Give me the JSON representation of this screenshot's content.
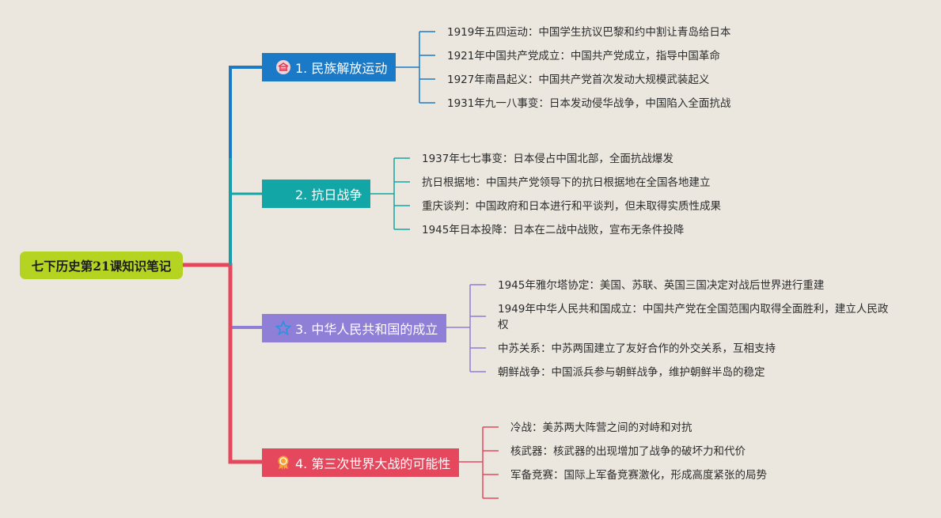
{
  "root": {
    "title": "七下历史第21课知识笔记"
  },
  "branches": [
    {
      "label": "1. 民族解放运动",
      "icon": "monument-icon",
      "color": "#1b7ac8",
      "items": [
        "1919年五四运动：中国学生抗议巴黎和约中割让青岛给日本",
        "1921年中国共产党成立：中国共产党成立，指导中国革命",
        "1927年南昌起义：中国共产党首次发动大规模武装起义",
        "1931年九一八事变：日本发动侵华战争，中国陷入全面抗战"
      ]
    },
    {
      "label": "2. 抗日战争",
      "icon": "",
      "color": "#12a7a6",
      "items": [
        "1937年七七事变：日本侵占中国北部，全面抗战爆发",
        "抗日根据地：中国共产党领导下的抗日根据地在全国各地建立",
        "重庆谈判：中国政府和日本进行和平谈判，但未取得实质性成果",
        "1945年日本投降：日本在二战中战败，宣布无条件投降"
      ]
    },
    {
      "label": "3. 中华人民共和国的成立",
      "icon": "star-icon",
      "color": "#8f7fd6",
      "items": [
        "1945年雅尔塔协定：美国、苏联、英国三国决定对战后世界进行重建",
        "1949年中华人民共和国成立：中国共产党在全国范围内取得全面胜利，建立人民政权",
        "中苏关系：中苏两国建立了友好合作的外交关系，互相支持",
        "朝鲜战争：中国派兵参与朝鲜战争，维护朝鲜半岛的稳定"
      ]
    },
    {
      "label": "4. 第三次世界大战的可能性",
      "icon": "award-ribbon-icon",
      "color": "#e5485c",
      "items": [
        "冷战：美苏两大阵营之间的对峙和对抗",
        "核武器：核武器的出现增加了战争的破坏力和代价",
        "军备竞赛：国际上军备竞赛激化，形成高度紧张的局势",
        ""
      ]
    }
  ]
}
